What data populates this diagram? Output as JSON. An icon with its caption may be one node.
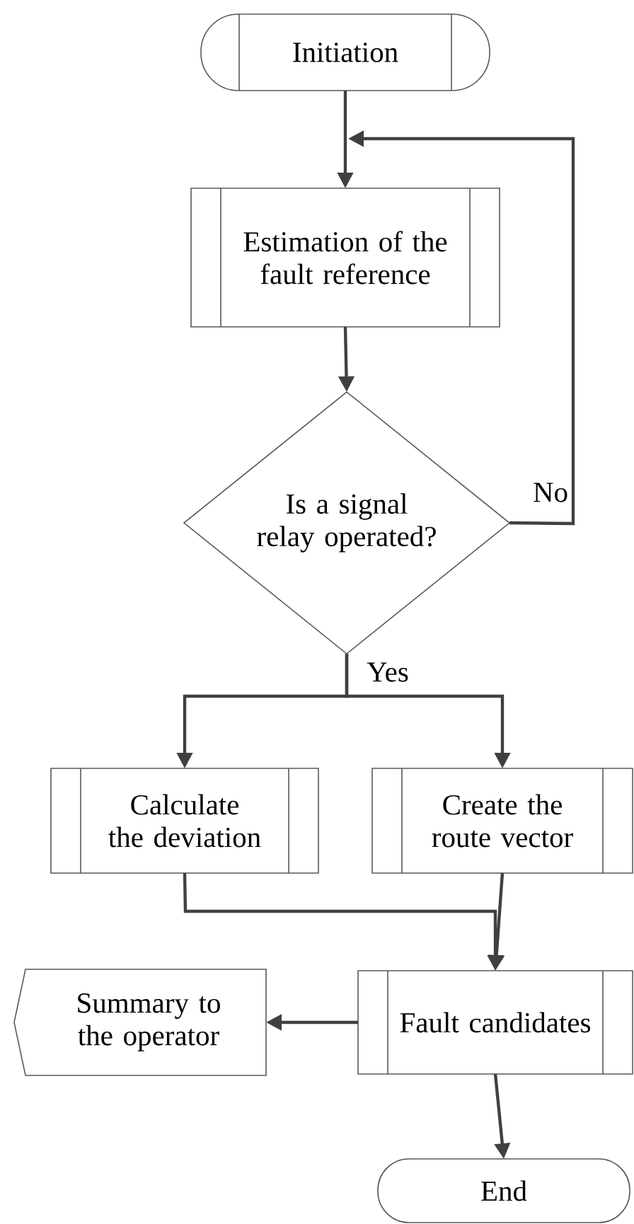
{
  "diagram": {
    "nodes": [
      {
        "text": [
          "Initiation"
        ]
      },
      {
        "text": [
          "Estimation of the fault reference"
        ]
      },
      {
        "text": [
          "Is a signal relay operated?"
        ]
      },
      {
        "text": [
          "Calculate the deviation"
        ]
      },
      {
        "text": [
          "Create the route vector"
        ]
      },
      {
        "text": [
          "Fault candidates"
        ]
      },
      {
        "text": [
          "Summary to the operator"
        ]
      },
      {
        "text": [
          "End"
        ]
      }
    ],
    "edges": [
      {
        "from": 0,
        "to": 1,
        "arrow": "to"
      },
      {
        "from": 1,
        "to": 2,
        "arrow": "to"
      },
      {
        "from": 2,
        "to": 1,
        "arrow": "to",
        "label": "No"
      },
      {
        "from": 2,
        "to": 3,
        "arrow": "to",
        "label": "Yes"
      },
      {
        "from": 2,
        "to": 4,
        "arrow": "to"
      },
      {
        "from": 3,
        "to": 5,
        "arrow": "to"
      },
      {
        "from": 4,
        "to": 5,
        "arrow": "to"
      },
      {
        "from": 5,
        "to": 6,
        "arrow": "to"
      },
      {
        "from": 5,
        "to": 7,
        "arrow": "to"
      }
    ]
  }
}
